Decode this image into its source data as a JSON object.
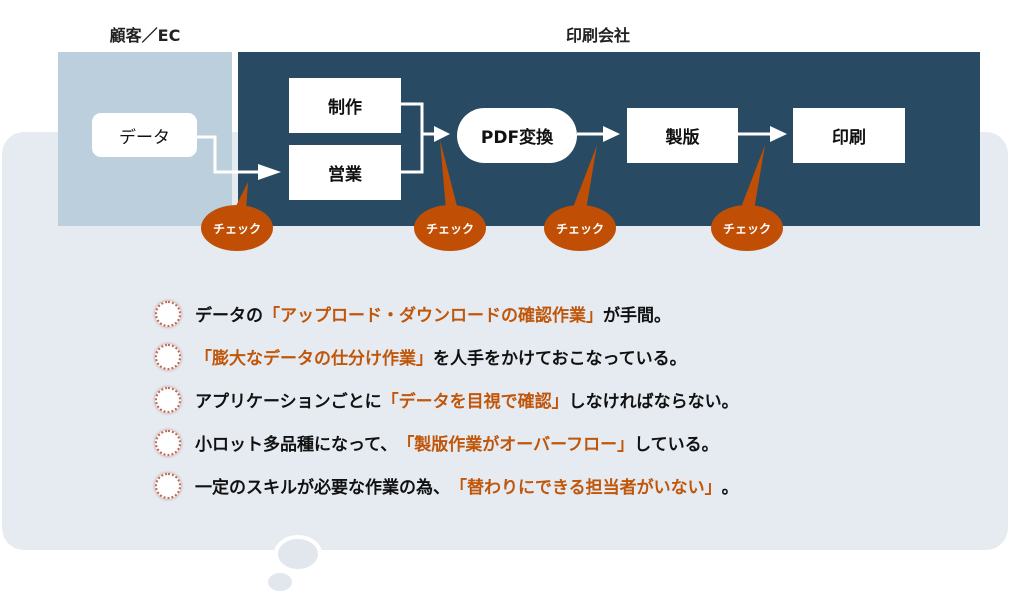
{
  "headers": {
    "customer": "顧客／EC",
    "printer": "印刷会社"
  },
  "nodes": {
    "data": "データ",
    "seisaku": "制作",
    "eigyo": "営業",
    "pdf": "PDF変換",
    "seihan": "製版",
    "insatsu": "印刷"
  },
  "check_label": "チェック",
  "colors": {
    "dark": "#284b63",
    "light": "#bccfdc",
    "accent": "#c04f05",
    "panel": "#e6ebf2"
  },
  "bullets": [
    [
      {
        "t": "データの",
        "o": false
      },
      {
        "t": "「アップロード・ダウンロードの確認作業」",
        "o": true
      },
      {
        "t": "が手間。",
        "o": false
      }
    ],
    [
      {
        "t": "「膨大なデータの仕分け作業」",
        "o": true
      },
      {
        "t": "を人手をかけておこなっている。",
        "o": false
      }
    ],
    [
      {
        "t": "アプリケーションごとに",
        "o": false
      },
      {
        "t": "「データを目視で確認」",
        "o": true
      },
      {
        "t": "しなければならない。",
        "o": false
      }
    ],
    [
      {
        "t": "小ロット多品種になって、",
        "o": false
      },
      {
        "t": "「製版作業がオーバーフロー」",
        "o": true
      },
      {
        "t": "している。",
        "o": false
      }
    ],
    [
      {
        "t": "一定のスキルが必要な作業の為、",
        "o": false
      },
      {
        "t": "「替わりにできる担当者がいない」",
        "o": true
      },
      {
        "t": "。",
        "o": false
      }
    ]
  ]
}
